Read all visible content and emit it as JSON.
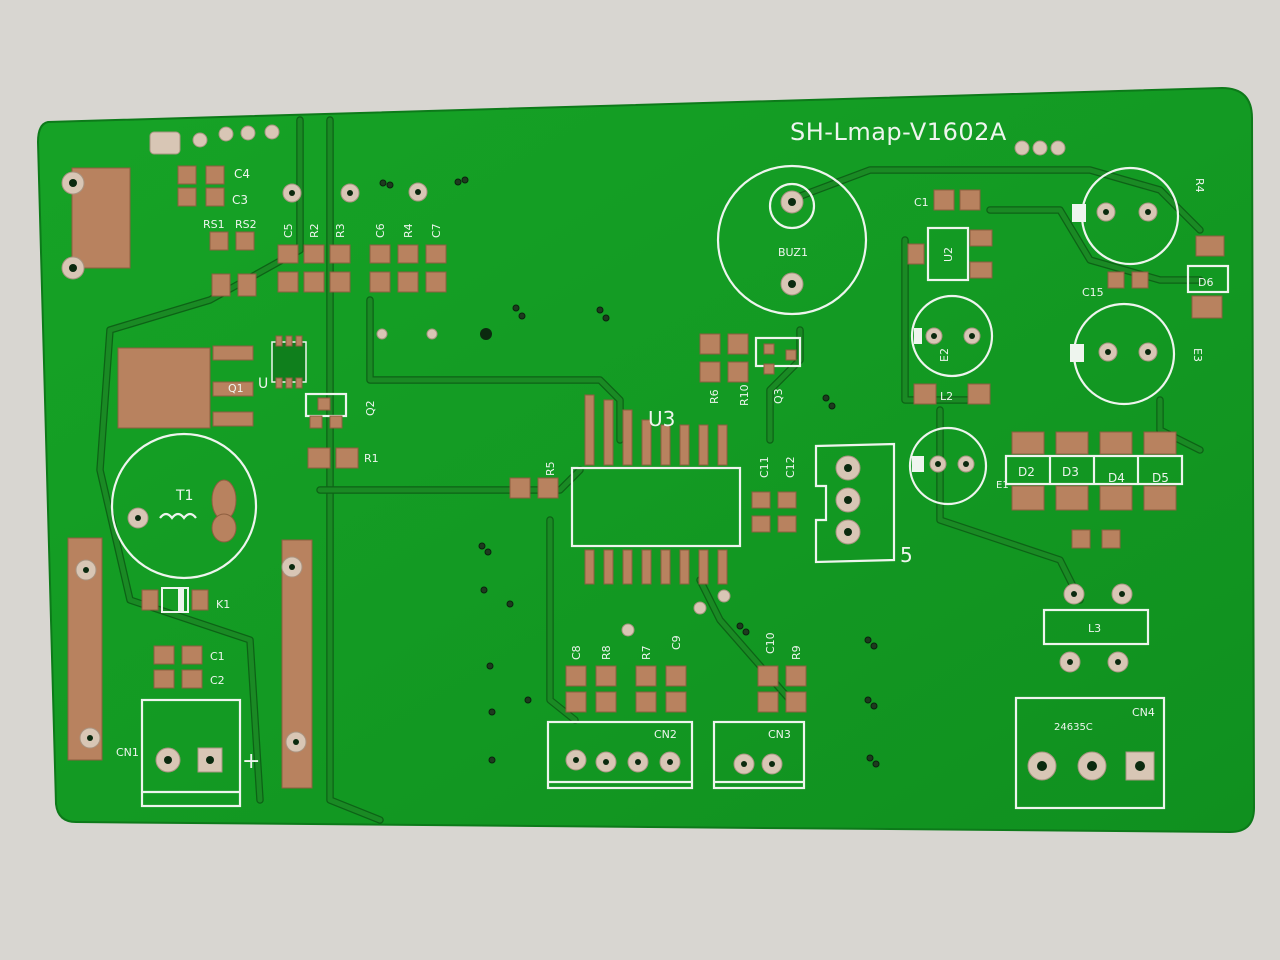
{
  "board": {
    "title": "SH-Lmap-V1602A",
    "colors": {
      "background": "#d8d6d1",
      "soldermask": "#139a23",
      "silkscreen": "#eef5ee",
      "copper": "#b8825f"
    }
  },
  "labels": {
    "c4": "C4",
    "c3": "C3",
    "rs1": "RS1",
    "rs2": "RS2",
    "c5": "C5",
    "r2": "R2",
    "r3": "R3",
    "c6": "C6",
    "r4": "R4",
    "c7": "C7",
    "q1": "Q1",
    "u": "U",
    "q2": "Q2",
    "r1": "R1",
    "t1": "T1",
    "k1": "K1",
    "c1": "C1",
    "c2": "C2",
    "cn1": "CN1",
    "plus": "+",
    "buz1": "BUZ1",
    "r6": "R6",
    "r10": "R10",
    "q3": "Q3",
    "u3": "U3",
    "r5": "R5",
    "c11": "C11",
    "c12": "C12",
    "five": "5",
    "c8": "C8",
    "r8": "R8",
    "r7": "R7",
    "c9": "C9",
    "c10": "C10",
    "r9": "R9",
    "cn2": "CN2",
    "cn3": "CN3",
    "c1b": "C1",
    "u2": "U2",
    "e2": "E2",
    "l2": "L2",
    "r4b": "R4",
    "c15": "C15",
    "d6": "D6",
    "e3": "E3",
    "d2": "D2",
    "d3": "D3",
    "d4": "D4",
    "d5": "D5",
    "e1": "E1",
    "l3": "L3",
    "cn4": "CN4",
    "code": "24635C"
  }
}
